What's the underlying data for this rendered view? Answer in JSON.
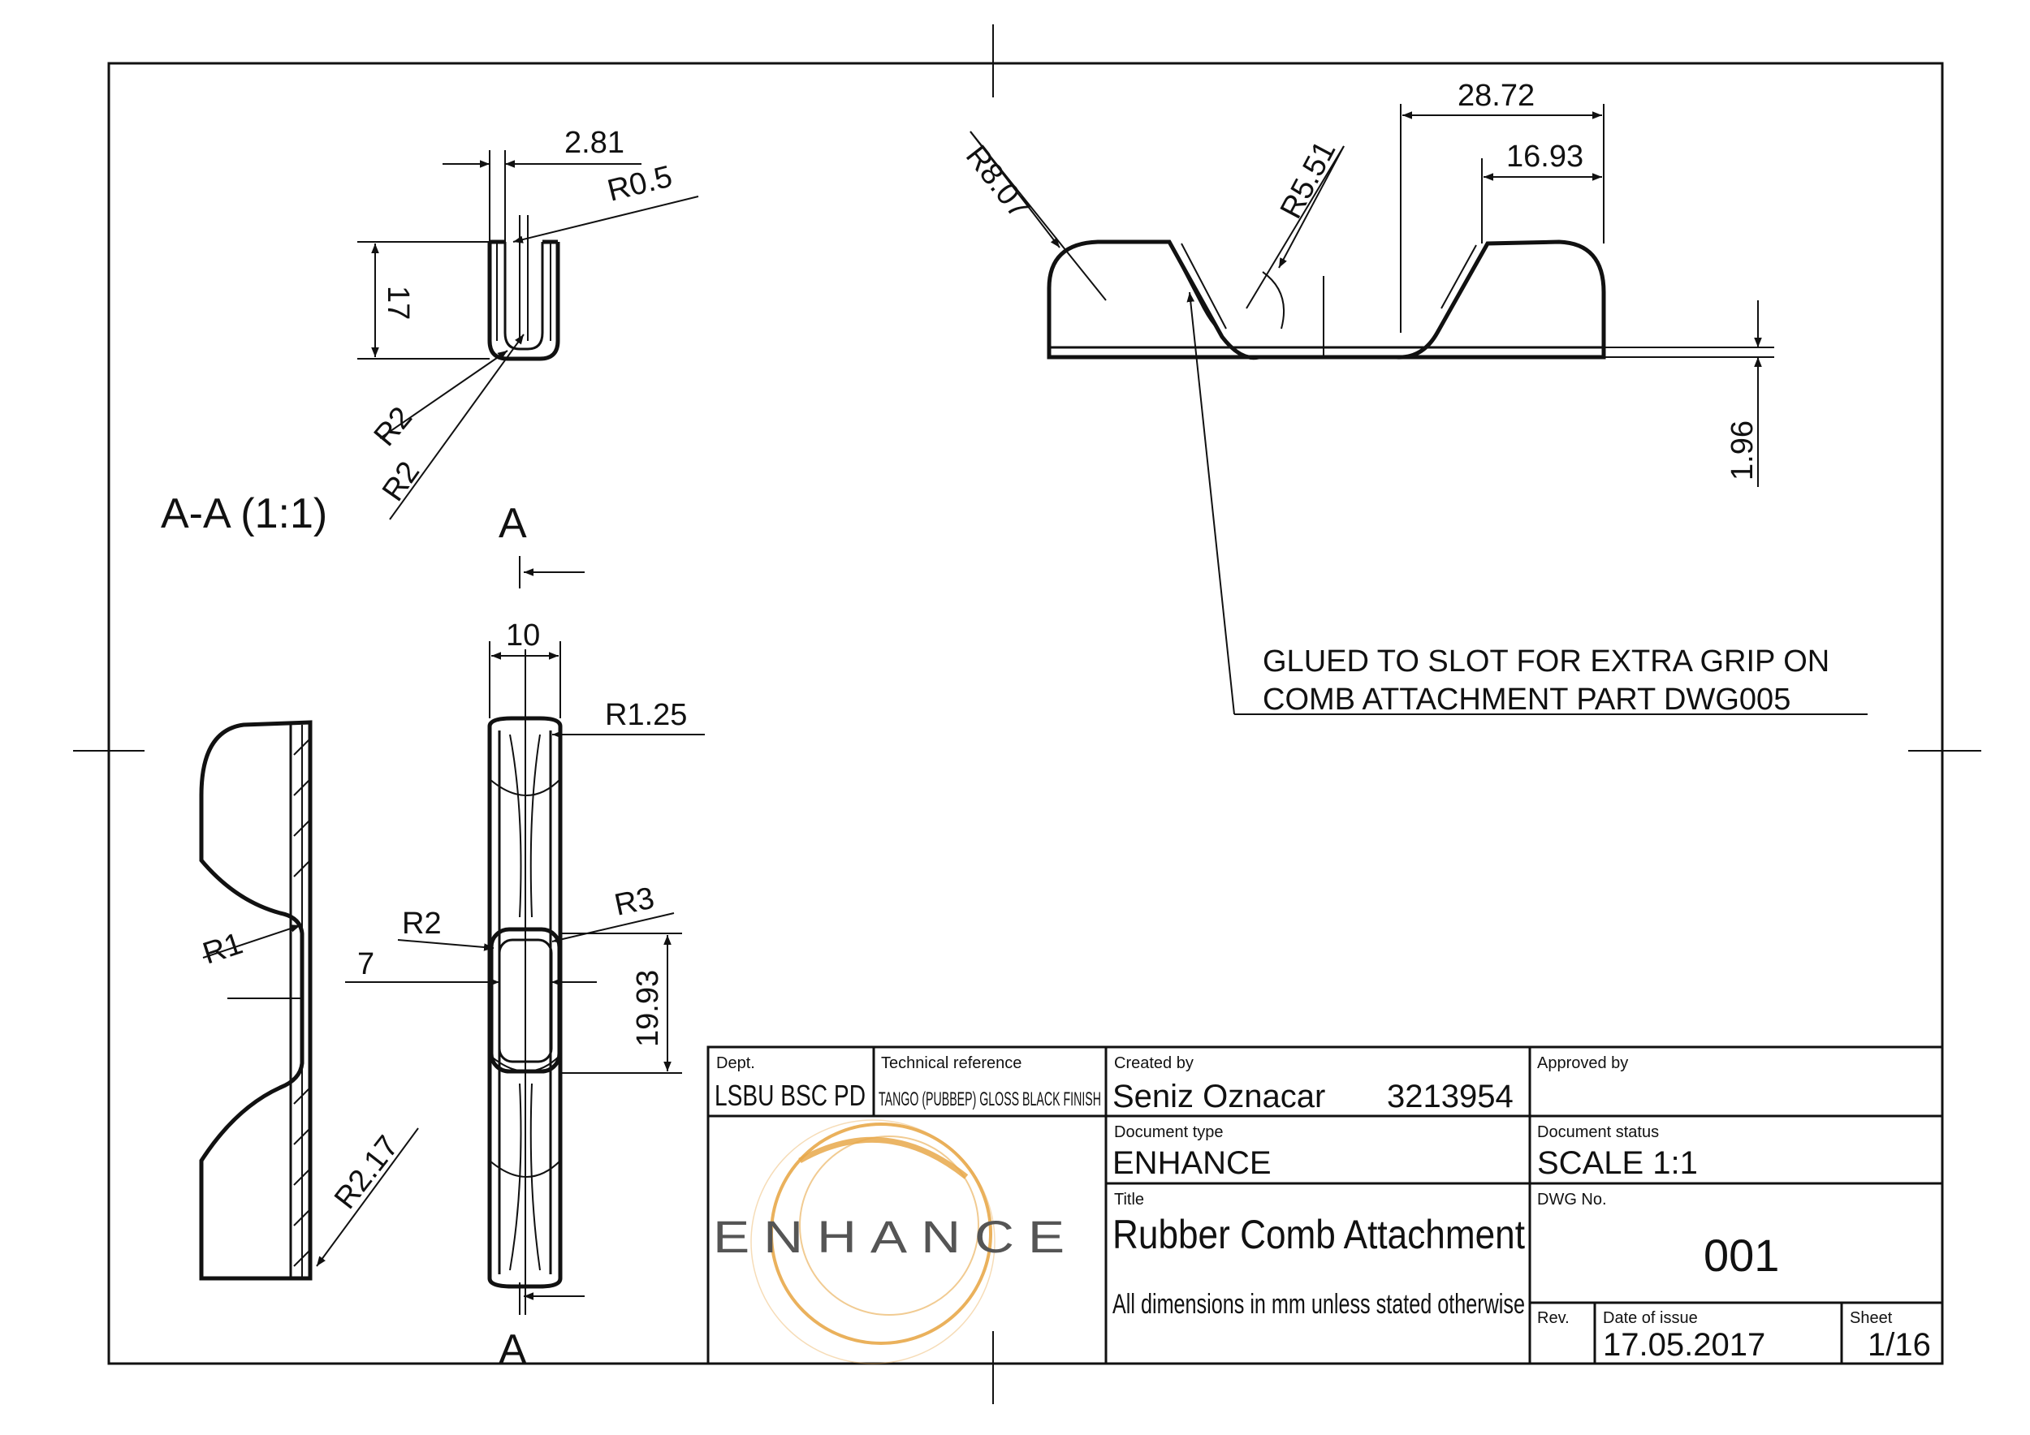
{
  "view": {
    "section_label": "A-A (1:1)",
    "section_letter_top": "A",
    "section_letter_bottom": "A"
  },
  "dimensions": {
    "width_2_81": "2.81",
    "radius_0_5": "R0.5",
    "height_17": "17",
    "radius_2_a": "R2",
    "radius_2_b": "R2",
    "radius_8_07": "R8.07",
    "radius_5_51": "R5.51",
    "length_28_72": "28.72",
    "length_16_93": "16.93",
    "thickness_1_96": "1.96",
    "width_10": "10",
    "radius_1_25": "R1.25",
    "radius_1": "R1",
    "radius_2_c": "R2",
    "radius_3": "R3",
    "slot_7": "7",
    "slot_19_93": "19.93",
    "radius_2_17": "R2.17"
  },
  "note": {
    "line1": "GLUED TO SLOT FOR EXTRA GRIP ON",
    "line2": "COMB ATTACHMENT PART DWG005"
  },
  "title_block": {
    "dept_label": "Dept.",
    "dept_value": "LSBU BSC PD",
    "techref_label": "Technical reference",
    "techref_value": "TANGO (PUBBEP) GLOSS BLACK FINISH",
    "created_label": "Created by",
    "created_name": "Seniz Oznacar",
    "created_id": "3213954",
    "approved_label": "Approved by",
    "doctype_label": "Document type",
    "doctype_value": "ENHANCE",
    "docstatus_label": "Document status",
    "docstatus_value": "SCALE 1:1",
    "title_label": "Title",
    "title_value": "Rubber Comb Attachment",
    "title_sub": "All dimensions in mm unless stated otherwise",
    "dwg_label": "DWG No.",
    "dwg_value": "001",
    "rev_label": "Rev.",
    "date_label": "Date of issue",
    "date_value": "17.05.2017",
    "sheet_label": "Sheet",
    "sheet_value": "1/16",
    "logo_text": "ENHANCE",
    "logo_color": "#e8a84a"
  }
}
